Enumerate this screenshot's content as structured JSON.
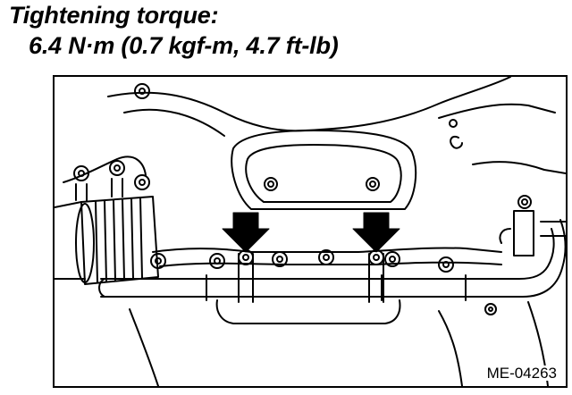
{
  "heading": {
    "title": "Tightening torque:",
    "spec": "6.4 N·m (0.7 kgf-m, 4.7 ft-lb)"
  },
  "figure": {
    "id_label": "ME-04263",
    "line_color": "#000000",
    "background_color": "#ffffff",
    "arrow_color": "#000000",
    "arrow_count": 2
  }
}
